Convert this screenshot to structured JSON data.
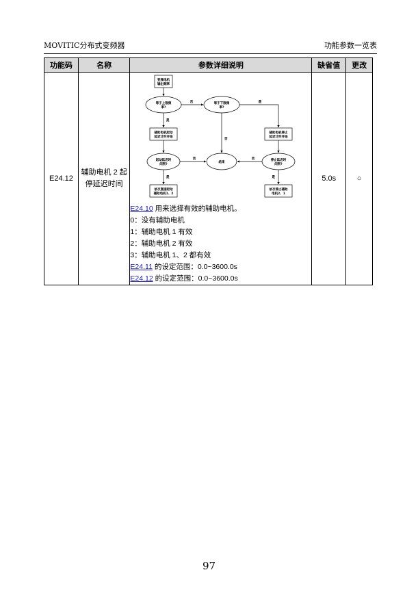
{
  "header": {
    "left": "MOVITIC分布式变频器",
    "right": "功能参数一览表"
  },
  "table": {
    "headers": [
      "功能码",
      "名称",
      "参数详细说明",
      "缺省值",
      "更改"
    ],
    "row": {
      "code": "E24.12",
      "name": "辅助电机 2 起停延迟时间",
      "default": "5.0s",
      "change_mark": "○",
      "flowchart": {
        "start": [
          "变频电机",
          "输出频率"
        ],
        "q_upper": [
          "等于上限频",
          "率?"
        ],
        "q_lower": [
          "等于下限频",
          "率?"
        ],
        "yes1": "是",
        "no1": "否",
        "yes2": "是",
        "no2": "否",
        "start_delay": [
          "辅助电机起动",
          "延迟计时开始"
        ],
        "stop_delay": [
          "辅助电机停止",
          "延迟计时开始"
        ],
        "q_start_time": [
          "起动延迟时",
          "间到?"
        ],
        "q_stop_time": [
          "停止延迟时",
          "间到?"
        ],
        "end": "结束",
        "no3": "否",
        "no4": "否",
        "yes3": "是",
        "yes4": "是",
        "act_start": [
          "依次直接起动",
          "辅助电机1、2"
        ],
        "act_stop": [
          "依次停止辅助",
          "电机2、1"
        ]
      },
      "lines": [
        {
          "link": "E24.10",
          "text": " 用来选择有效的辅助电机。"
        },
        {
          "text": "0：没有辅助电机"
        },
        {
          "text": "1：辅助电机 1 有效"
        },
        {
          "text": "2：辅助电机 2 有效"
        },
        {
          "text": "3：辅助电机 1、2 都有效"
        },
        {
          "link": "E24.11",
          "text": " 的设定范围：0.0~3600.0s"
        },
        {
          "link": "E24.12",
          "text": " 的设定范围：0.0~3600.0s"
        }
      ]
    }
  },
  "page_number": "97"
}
